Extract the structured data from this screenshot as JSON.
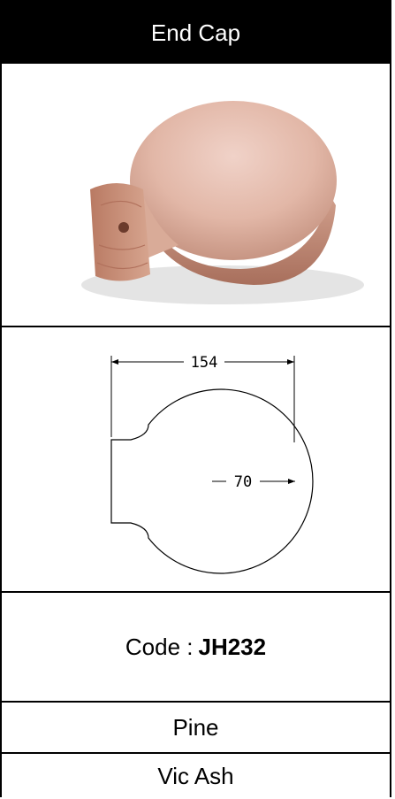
{
  "header": {
    "title": "End Cap"
  },
  "photo": {
    "icon": "end-cap-photo"
  },
  "drawing": {
    "width_label": "154",
    "radius_label": "70"
  },
  "code": {
    "label": "Code :",
    "value": "JH232"
  },
  "woods": [
    {
      "name": "Pine"
    },
    {
      "name": "Vic Ash"
    }
  ]
}
